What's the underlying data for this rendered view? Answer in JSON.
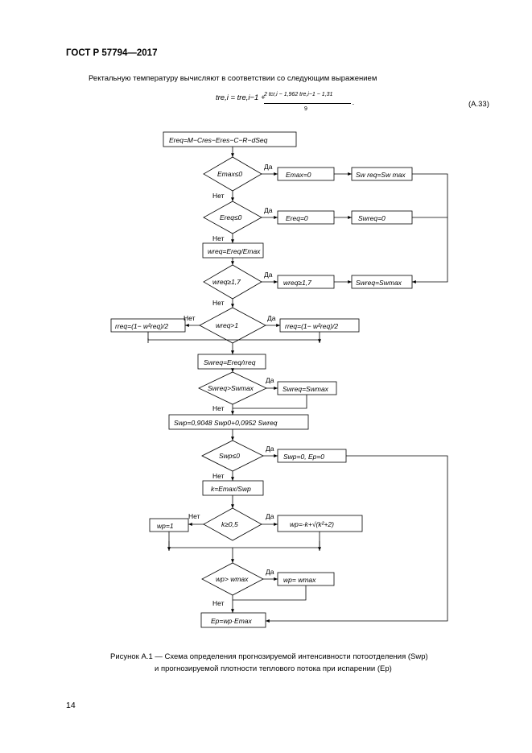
{
  "header": {
    "standard": "ГОСТ Р 57794—2017"
  },
  "intro": {
    "text": "Ректальную температуру вычисляют в соответствии со следующим выражением"
  },
  "formula": {
    "lhs": "tre,i = tre,i−1 +",
    "numerator": "2 tcr,i − 1,962 tre,i−1 − 1,31",
    "denominator": "9",
    "end": ".",
    "number": "(A.33)"
  },
  "flowchart": {
    "box_ereq": "Ereq=M−Cres−Eres−C−R−dSeq",
    "d_emax": "Emax≤0",
    "box_emax0": "Emax=0",
    "box_swreq_swmax1": "Sw req=Sw max",
    "d_ereq": "Ereq≤0",
    "box_ereq0": "Ereq=0",
    "box_swreq0": "Swreq=0",
    "box_wreq": "wreq=Ereq/Emax",
    "d_wreq17": "wreq≥1,7",
    "box_wreq17": "wreq≥1,7",
    "box_swreq_swmax2": "Swreq=Swmax",
    "d_wreq1": "wreq>1",
    "box_rreq_left": "rreq=(1− w²req)/2",
    "box_rreq_right": "rreq=(1− w²req)/2",
    "box_swreq_calc": "Swreq=Ereq/rreq",
    "d_swreq_swmax": "Swreq>Swmax",
    "box_swreq_swmax3": "Swreq=Swmax",
    "box_swp": "Swp=0,9048 Swp0+0,0952 Swreq",
    "d_swp": "Swp≤0",
    "box_swp0": "Swp=0, Ep=0",
    "box_k": "k=Emax/Swp",
    "d_k": "k≥0,5",
    "box_wp1": "wp=1",
    "box_wp_formula": "wp=-k+√(k²+2)",
    "d_wp": "wp> wmax",
    "box_wp_wmax": "wp= wmax",
    "box_ep": "Ep=wp·Emax",
    "yes": "Да",
    "no": "Нет"
  },
  "caption": {
    "line1": "Рисунок А.1 — Схема определения прогнозируемой интенсивности потоотделения (Swp)",
    "line2": "и прогнозируемой плотности теплового потока при испарении (Ep)"
  },
  "page_number": "14"
}
